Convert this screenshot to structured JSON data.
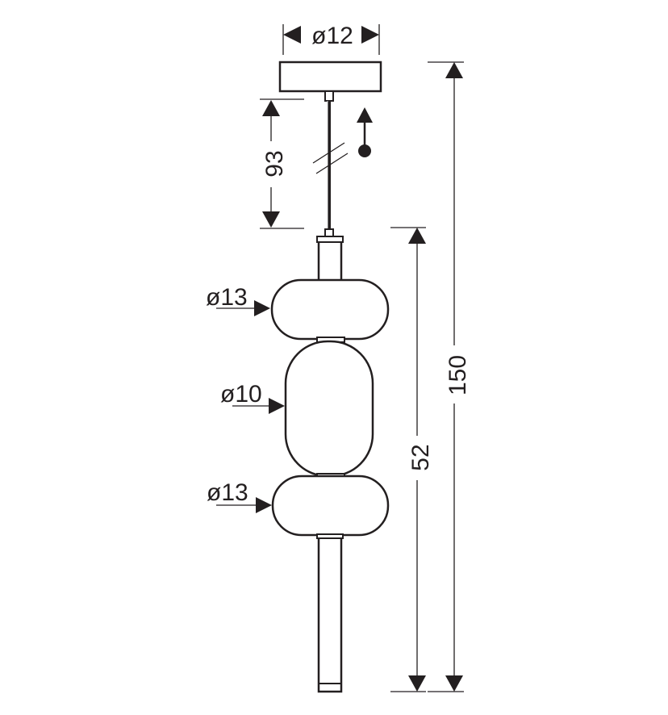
{
  "diagram": {
    "canopy_diameter": "ø12",
    "cable_length": "93",
    "upper_shade_diameter": "ø13",
    "middle_shade_diameter": "ø10",
    "lower_shade_diameter": "ø13",
    "lamp_body_height": "52",
    "total_height": "150",
    "line_color": "#231f20"
  }
}
